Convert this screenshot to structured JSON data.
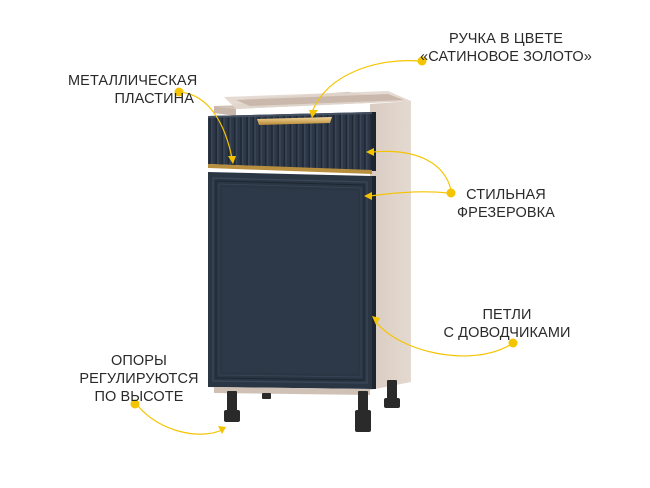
{
  "callouts": {
    "metal_plate": {
      "line1": "МЕТАЛЛИЧЕСКАЯ",
      "line2": "ПЛАСТИНА"
    },
    "handle": {
      "line1": "РУЧКА В ЦВЕТЕ",
      "line2": "«САТИНОВОЕ ЗОЛОТО»"
    },
    "milling": {
      "line1": "СТИЛЬНАЯ",
      "line2": "ФРЕЗЕРОВКА"
    },
    "hinges": {
      "line1": "ПЕТЛИ",
      "line2": "С ДОВОДЧИКАМИ"
    },
    "legs": {
      "line1": "ОПОРЫ",
      "line2": "РЕГУЛИРУЮТСЯ",
      "line3": "ПО ВЫСОТЕ"
    }
  },
  "colors": {
    "facade": "#2b3645",
    "carcass": "#ddd0c6",
    "gold": "#d8ad52",
    "marker": "#f5c400",
    "legs": "#2a2a2a"
  }
}
